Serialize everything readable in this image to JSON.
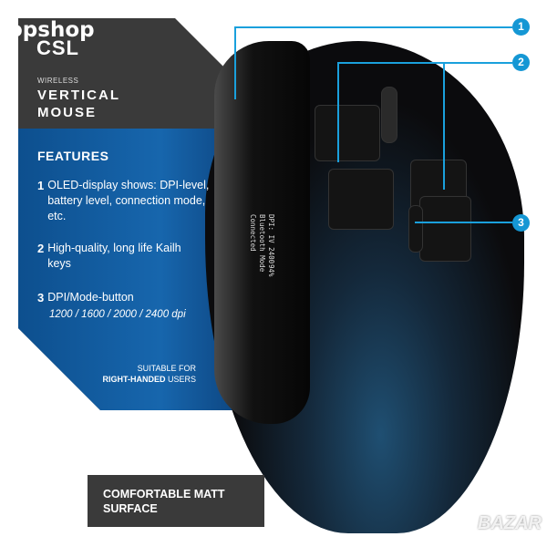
{
  "brand": {
    "watermark_top": "topshop",
    "logo": "CSL",
    "watermark_bottom": "BAZAR"
  },
  "product": {
    "subtitle": "WIRELESS",
    "title_line1": "VERTICAL",
    "title_line2": "MOUSE"
  },
  "features": {
    "heading": "FEATURES",
    "items": [
      {
        "number": "1",
        "text": "OLED-display shows: DPI-level, battery level, connection mode, etc."
      },
      {
        "number": "2",
        "text": "High-quality, long life Kailh keys"
      },
      {
        "number": "3",
        "text": "DPI/Mode-button"
      }
    ],
    "dpi_values": "1200 / 1600 / 2000 / 2400 dpi"
  },
  "suitability": {
    "line1": "SUITABLE FOR",
    "bold": "RIGHT-HANDED",
    "rest": " USERS"
  },
  "oled": {
    "line1": "DPI: IV 2400",
    "line2": "Bluetooth Mode",
    "line3": "Connected",
    "battery": "94%"
  },
  "callouts": [
    "1",
    "2",
    "3"
  ],
  "surface_label": "COMFORTABLE MATT SURFACE"
}
